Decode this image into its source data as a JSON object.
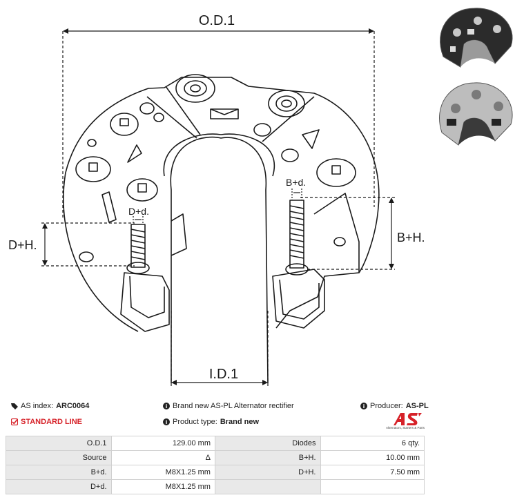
{
  "drawing": {
    "labels": {
      "od1": "O.D.1",
      "id1": "I.D.1",
      "dh": "D+H.",
      "bh": "B+H.",
      "dd": "D+d.",
      "bd": "B+d."
    }
  },
  "info": {
    "as_index_label": "AS index:",
    "as_index_value": "ARC0064",
    "standard_line": "STANDARD LINE",
    "description": "Brand new AS-PL Alternator rectifier",
    "producer_label": "Producer:",
    "producer_value": "AS-PL",
    "product_type_label": "Product type:",
    "product_type_value": "Brand new"
  },
  "logo": {
    "mark": "AS",
    "tagline": "Alternators, Starters & Parts",
    "color": "#d62128"
  },
  "specs": [
    {
      "k1": "O.D.1",
      "v1": "129.00 mm",
      "k2": "Diodes",
      "v2": "6 qty."
    },
    {
      "k1": "Source",
      "v1": "Δ",
      "k2": "B+H.",
      "v2": "10.00 mm"
    },
    {
      "k1": "B+d.",
      "v1": "M8X1.25 mm",
      "k2": "D+H.",
      "v2": "7.50 mm"
    },
    {
      "k1": "D+d.",
      "v1": "M8X1.25 mm",
      "k2": "",
      "v2": ""
    }
  ]
}
